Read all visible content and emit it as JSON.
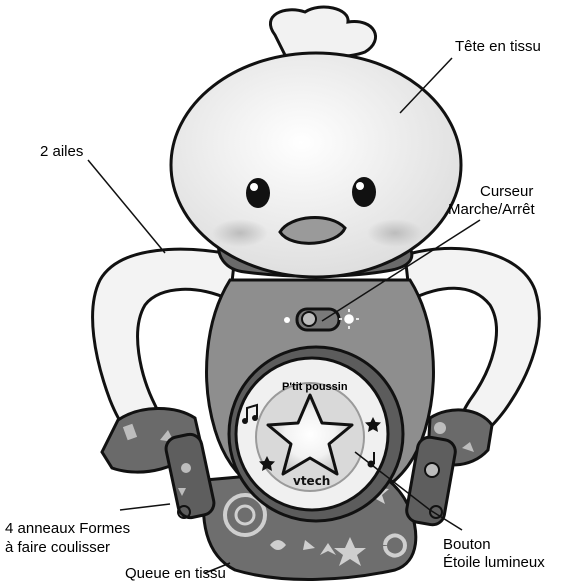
{
  "labels": {
    "head": "Tête en tissu",
    "wings": "2 ailes",
    "switch_line1": "Curseur",
    "switch_line2": "Marche/Arrêt",
    "rings_line1": "4 anneaux Formes",
    "rings_line2": "à faire coulisser",
    "tail": "Queue en tissu",
    "star_line1": "Bouton",
    "star_line2": "Étoile lumineux"
  },
  "toy_text": {
    "name": "P'tit poussin",
    "brand": "vtech"
  },
  "colors": {
    "outline": "#111111",
    "head_fill": "#f4f4f4",
    "body_fill": "#8e8e8e",
    "dark_fill": "#5c5c5c",
    "beak_fill": "#9a9a9a",
    "tail_fill": "#6e6e6e",
    "star_glow": "#e8e8e8"
  }
}
